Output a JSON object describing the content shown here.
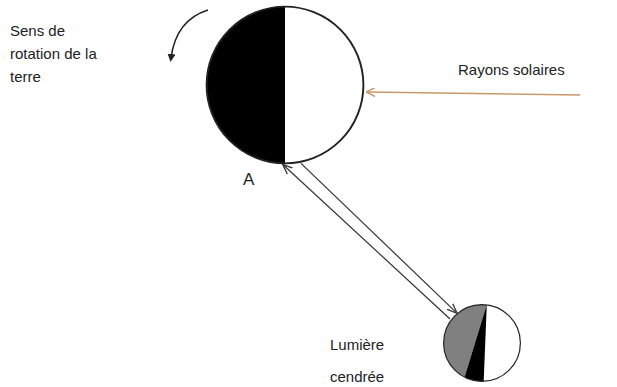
{
  "diagram": {
    "nodes": [
      {
        "text": [
          "A"
        ]
      },
      {
        "text": [
          "Lumière cendrée"
        ]
      }
    ],
    "edges": [
      {
        "from": 1,
        "to": 0,
        "arrow": "to"
      },
      {
        "from": 0,
        "to": 1,
        "arrow": "to"
      }
    ],
    "labels": [
      "Sens de rotation de la terre",
      "Rayons solaires"
    ]
  }
}
